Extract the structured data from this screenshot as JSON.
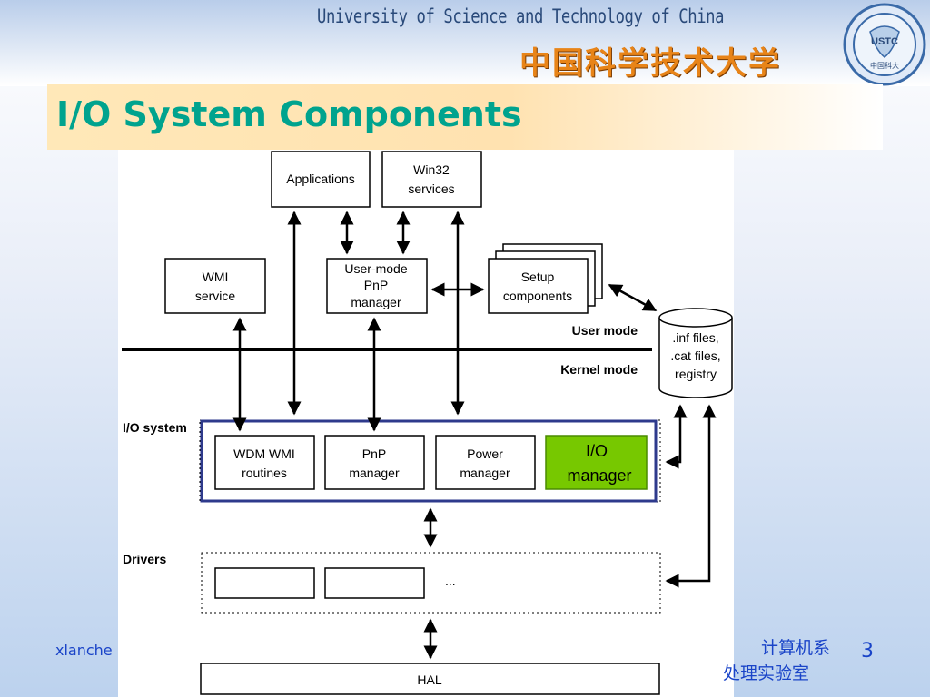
{
  "header": {
    "university_en": "University of Science and Technology of China",
    "university_cn": "中国科学技术大学",
    "logo_text": "USTC",
    "logo_cn": "中国科大"
  },
  "slide": {
    "title": "I/O System Components",
    "page_number": "3"
  },
  "footer": {
    "author": "xlanche",
    "dept": "计算机系",
    "lab": "处理实验室"
  },
  "diagram": {
    "applications": "Applications",
    "win32_line1": "Win32",
    "win32_line2": "services",
    "wmi_line1": "WMI",
    "wmi_line2": "service",
    "umpnp_line1": "User-mode",
    "umpnp_line2": "PnP",
    "umpnp_line3": "manager",
    "setup_line1": "Setup",
    "setup_line2": "components",
    "user_mode": "User mode",
    "kernel_mode": "Kernel mode",
    "db_line1": ".inf files,",
    "db_line2": ".cat files,",
    "db_line3": "registry",
    "io_system": "I/O system",
    "wdm_line1": "WDM WMI",
    "wdm_line2": "routines",
    "pnp_line1": "PnP",
    "pnp_line2": "manager",
    "power_line1": "Power",
    "power_line2": "manager",
    "io_mgr_line1": "I/O",
    "io_mgr_line2": "manager",
    "drivers": "Drivers",
    "ellipsis": "...",
    "hal": "HAL"
  },
  "colors": {
    "title": "#00a38e",
    "io_manager_fill": "#77c800",
    "io_system_border": "#2e3a8c",
    "footer_text": "#1a44c8"
  }
}
